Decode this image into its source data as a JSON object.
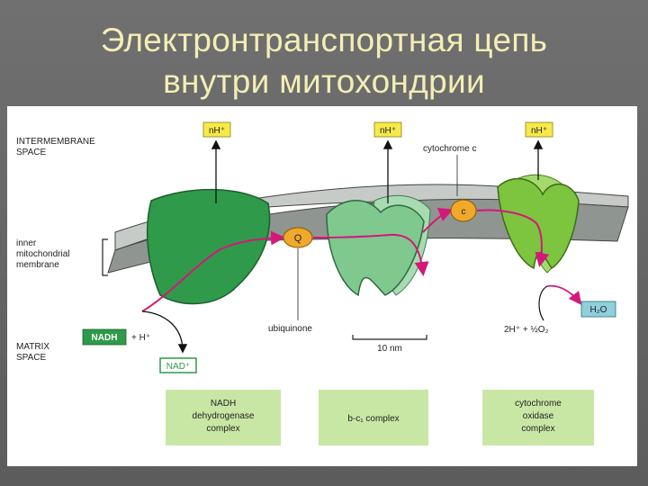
{
  "title": {
    "line1": "Электронтранспортная цепь",
    "line2": "внутри митохондрии"
  },
  "diagram": {
    "labels": {
      "intermembrane_1": "INTERMEMBRANE",
      "intermembrane_2": "SPACE",
      "inner_1": "inner",
      "inner_2": "mitochondrial",
      "inner_3": "membrane",
      "matrix_1": "MATRIX",
      "matrix_2": "SPACE"
    },
    "protons_out": [
      "nH⁺",
      "nH⁺",
      "nH⁺"
    ],
    "cytochrome_c": "cytochrome c",
    "cyt_c_symbol": "c",
    "ubiquinone_symbol": "Q",
    "ubiquinone": "ubiquinone",
    "nadh": "NADH",
    "nadh_plus": "+ H⁺",
    "nad": "NAD⁺",
    "water": "H₂O",
    "oxygen": "2H⁺ + ½O₂",
    "scale": "10 nm",
    "complexes": [
      {
        "line1": "NADH",
        "line2": "dehydrogenase",
        "line3": "complex"
      },
      {
        "line1": "b-c₁ complex",
        "line2": "",
        "line3": ""
      },
      {
        "line1": "cytochrome",
        "line2": "oxidase",
        "line3": "complex"
      }
    ],
    "colors": {
      "nadh_complex": "#2f9a4a",
      "bc1_complex": "#7fc98f",
      "oxidase_complex": "#7dc43f",
      "membrane": "#8f9590",
      "arrow": "#d4187a",
      "carrier": "#f0a92a",
      "label_box": "#c9e7a4",
      "proton_box": "#f7e94a"
    }
  }
}
